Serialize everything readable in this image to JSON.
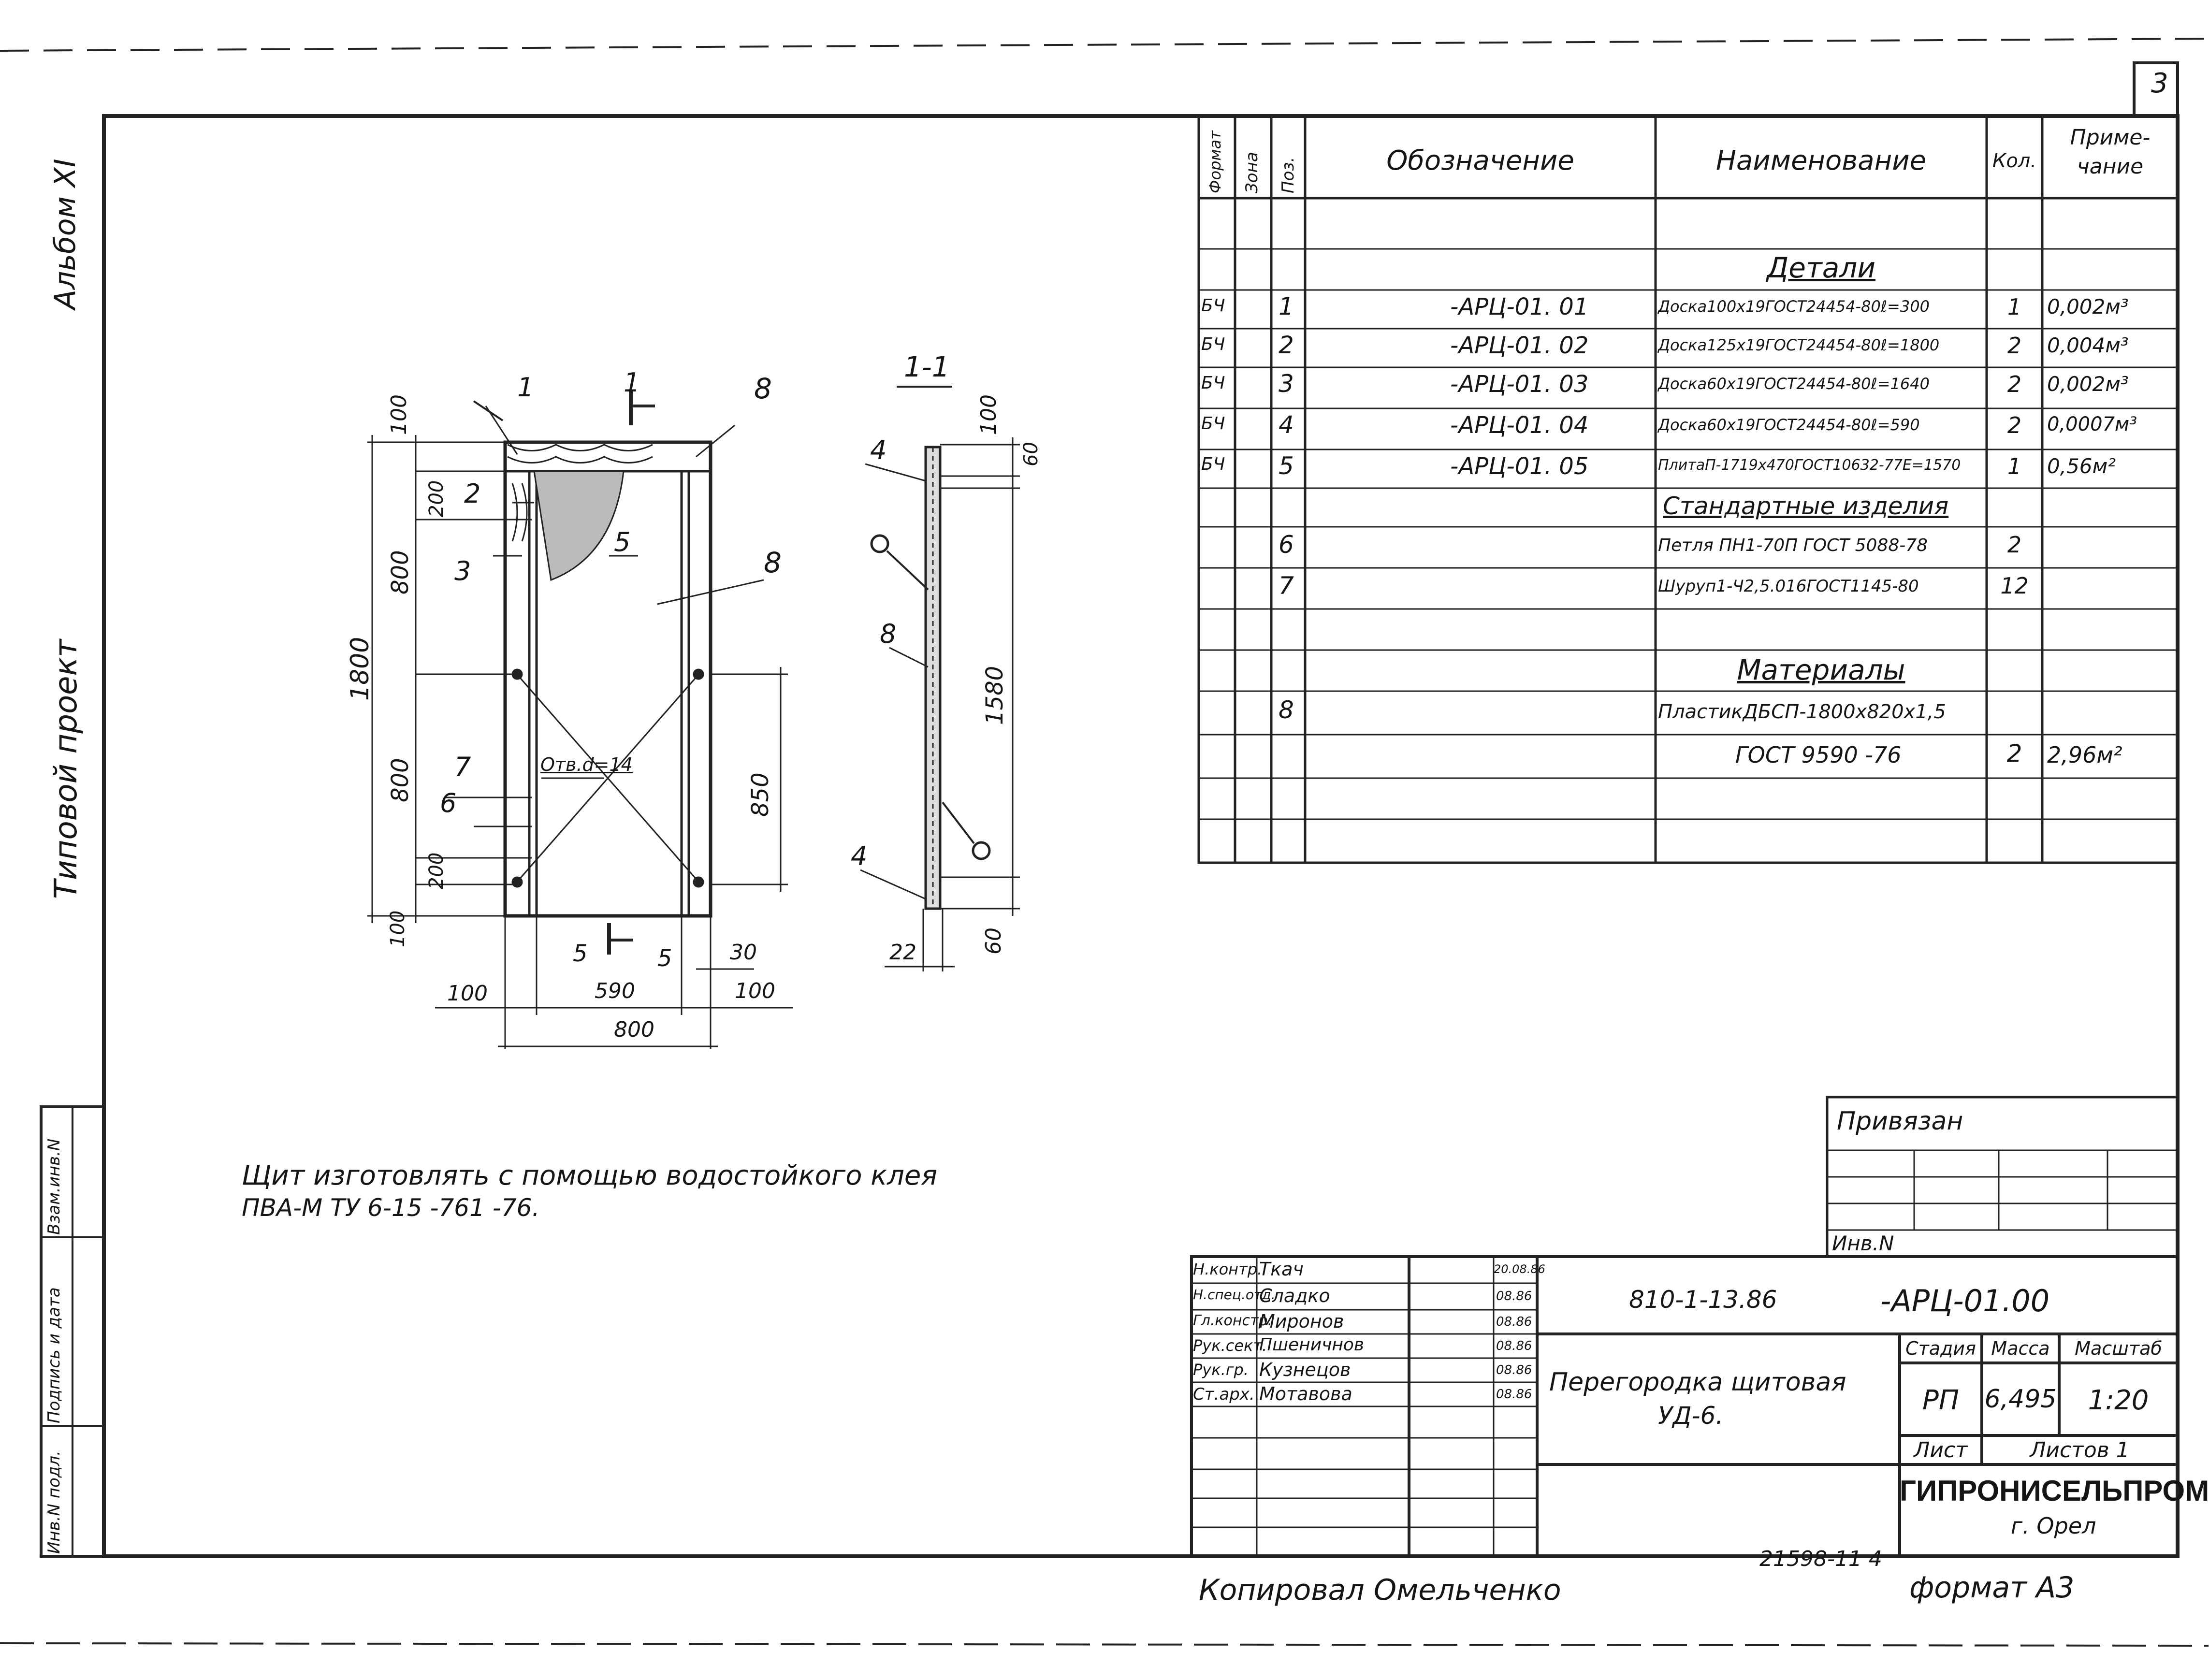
{
  "sheet_number": "3",
  "side_labels": {
    "album": "Альбом XI",
    "project": "Типовой проект",
    "inv_no_podl": "Инв.N подл.",
    "podpis_data": "Подпись и дата",
    "vzam_inv": "Взам.инв.N"
  },
  "spec_table": {
    "headers": {
      "format": "Формат",
      "zona": "Зона",
      "poz": "Поз.",
      "oboznachenie": "Обозначение",
      "naimenovanie": "Наименование",
      "kol": "Кол.",
      "primechanie": "Приме- чание"
    },
    "section_details": "Детали",
    "rows_details": [
      {
        "format": "БЧ",
        "poz": "1",
        "obozn": "-АРЦ-01. 01",
        "name": "Доска100х19ГОСТ24454-80ℓ=300",
        "kol": "1",
        "prim": "0,002м³"
      },
      {
        "format": "БЧ",
        "poz": "2",
        "obozn": "-АРЦ-01. 02",
        "name": "Доска125х19ГОСТ24454-80ℓ=1800",
        "kol": "2",
        "prim": "0,004м³"
      },
      {
        "format": "БЧ",
        "poz": "3",
        "obozn": "-АРЦ-01. 03",
        "name": "Доска60х19ГОСТ24454-80ℓ=1640",
        "kol": "2",
        "prim": "0,002м³"
      },
      {
        "format": "БЧ",
        "poz": "4",
        "obozn": "-АРЦ-01. 04",
        "name": "Доска60х19ГОСТ24454-80ℓ=590",
        "kol": "2",
        "prim": "0,0007м³"
      },
      {
        "format": "БЧ",
        "poz": "5",
        "obozn": "-АРЦ-01. 05",
        "name": "ПлитаП-1719х470ГОСТ10632-77Е=1570",
        "kol": "1",
        "prim": "0,56м²"
      }
    ],
    "section_standard": "Стандартные изделия",
    "rows_standard": [
      {
        "poz": "6",
        "name": "Петля ПН1-70П ГОСТ 5088-78",
        "kol": "2"
      },
      {
        "poz": "7",
        "name": "Шуруп1-Ч2,5.016ГОСТ1145-80",
        "kol": "12"
      }
    ],
    "section_materials": "Материалы",
    "rows_materials": [
      {
        "poz": "8",
        "name": "ПластикДБСП-1800х820х1,5",
        "name2": "ГОСТ 9590 -76",
        "kol": "2",
        "prim": "2,96м²"
      }
    ]
  },
  "drawing": {
    "dims_main": [
      "100",
      "200",
      "800",
      "800",
      "200",
      "100",
      "1800",
      "850",
      "5",
      "5",
      "30",
      "100",
      "590",
      "100",
      "800"
    ],
    "hole_label": "Отв.d=14",
    "callouts": [
      "1",
      "2",
      "3",
      "5",
      "8",
      "8",
      "7",
      "6",
      "1"
    ],
    "section_title": "1-1",
    "section_dims": [
      "100",
      "60",
      "1580",
      "60",
      "22"
    ],
    "section_callouts": [
      "4",
      "8",
      "4"
    ]
  },
  "note": {
    "line1": "Щит изготовлять с помощью водостойкого клея",
    "line2": "ПВА-М ТУ 6-15 -761 -76."
  },
  "binding": {
    "privyazan": "Привязан",
    "inv": "Инв.N"
  },
  "title_block": {
    "code": "810-1-13.86",
    "doc": "-АРЦ-01.00",
    "title_line1": "Перегородка щитовая",
    "title_line2": "УД-6.",
    "stadiya_label": "Стадия",
    "massa_label": "Масса",
    "masshtab_label": "Масштаб",
    "stadiya": "РП",
    "massa": "6,495",
    "masshtab": "1:20",
    "list_label": "Лист",
    "listov_label": "Листов 1",
    "org": "ГИПРОНИСЕЛЬПРОМ",
    "city": "г. Орел",
    "signatures": [
      {
        "role": "Н.контр.",
        "name": "Ткач",
        "date": "20.08.86"
      },
      {
        "role": "Н.спец.отд.",
        "name": "Сладко",
        "date": "08.86"
      },
      {
        "role": "Гл.констр.",
        "name": "Миронов",
        "date": "08.86"
      },
      {
        "role": "Рук.сект.",
        "name": "Пшеничнов",
        "date": "08.86"
      },
      {
        "role": "Рук.гр.",
        "name": "Кузнецов",
        "date": "08.86"
      },
      {
        "role": "Ст.арх.",
        "name": "Мотавова",
        "date": "08.86"
      }
    ]
  },
  "footer": {
    "copied": "Копировал Омельченко",
    "number": "21598-11 4",
    "format": "формат А3"
  }
}
